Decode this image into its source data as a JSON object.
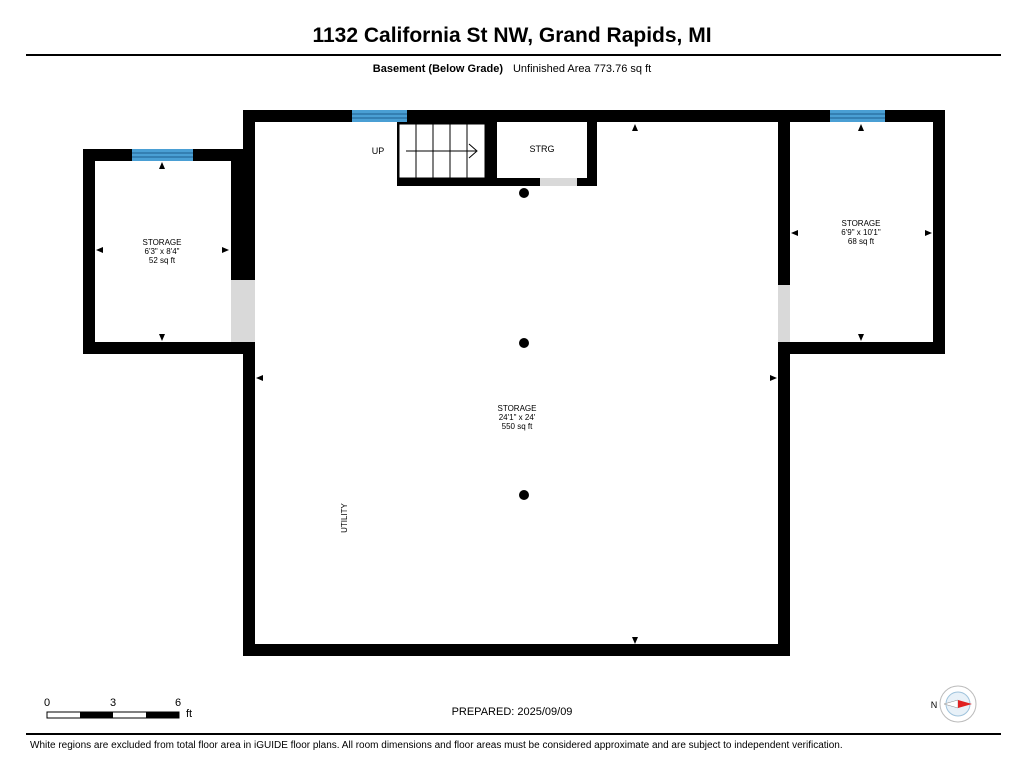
{
  "header": {
    "title": "1132 California St NW, Grand Rapids, MI",
    "floor_name": "Basement (Below Grade)",
    "area_text": "Unfinished Area 773.76 sq ft"
  },
  "rooms": {
    "left_storage": {
      "name": "STORAGE",
      "dims": "6'3\" x 8'4\"",
      "area": "52 sq ft"
    },
    "right_storage": {
      "name": "STORAGE",
      "dims": "6'9\" x 10'1\"",
      "area": "68 sq ft"
    },
    "main_storage": {
      "name": "STORAGE",
      "dims": "24'1\" x 24'",
      "area": "550 sq ft"
    },
    "strg": {
      "name": "STRG"
    },
    "stairs": {
      "label": "UP"
    },
    "utility": {
      "label": "UTILITY"
    }
  },
  "scale_bar": {
    "ticks": [
      "0",
      "3",
      "6"
    ],
    "unit": "ft"
  },
  "prepared": "PREPARED: 2025/09/09",
  "compass": {
    "label": "N"
  },
  "footer": "White regions are excluded from total floor area in iGUIDE floor plans. All room dimensions and floor areas must be considered approximate and are subject to independent verification.",
  "colors": {
    "wall": "#000000",
    "window": "#4a9fd4",
    "door_opening": "#d9d9d9",
    "compass_arrow": "#e02020"
  }
}
